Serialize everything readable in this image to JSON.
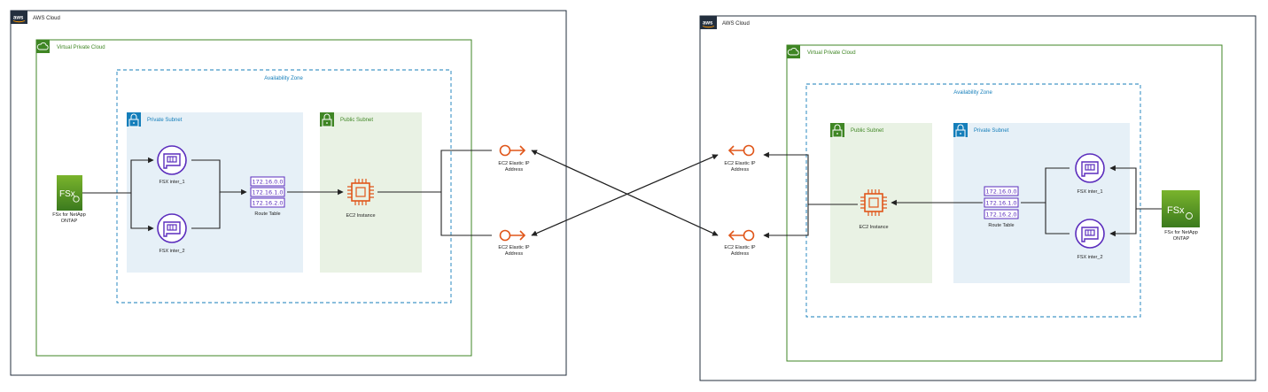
{
  "labels": {
    "aws_cloud": "AWS Cloud",
    "aws_logo": "aws",
    "vpc": "Virtual Private Cloud",
    "availability_zone": "Availability Zone",
    "private_subnet": "Private Subnet",
    "public_subnet": "Public Subnet",
    "fsx_logo": "FSx",
    "fsx_netapp_line1": "FSx for NetApp",
    "fsx_netapp_line2": "ONTAP",
    "fsx_inter_1": "FSX inter_1",
    "fsx_inter_2": "FSX inter_2",
    "route_table": "Route Table",
    "route_1": "172.16.0.0",
    "route_2": "172.16.1.0",
    "route_3": "172.16.2.0",
    "ec2_instance": "EC2 Instance",
    "eip_line1": "EC2 Elastic IP",
    "eip_line2": "Address"
  },
  "colors": {
    "aws_cloud_border": "#232f3e",
    "vpc_green": "#3f8624",
    "private_subnet_fill": "#e6f0f7",
    "private_subnet_accent": "#147eba",
    "public_subnet_fill": "#e9f2e4",
    "public_subnet_accent": "#3f8624",
    "availability_zone_border": "#147eba",
    "purple": "#5b2dbd",
    "orange": "#e0561a",
    "fsx_green_top": "#7ab42c",
    "fsx_green_bottom": "#3b7a1e"
  },
  "icons": {
    "aws_logo": "aws-logo-icon",
    "vpc": "cloud-lock-icon",
    "subnet": "padlock-icon",
    "fsx_interface": "network-interface-icon",
    "ec2": "chip-icon",
    "eip": "elastic-ip-icon",
    "fsx_netapp": "fsx-netapp-icon"
  }
}
